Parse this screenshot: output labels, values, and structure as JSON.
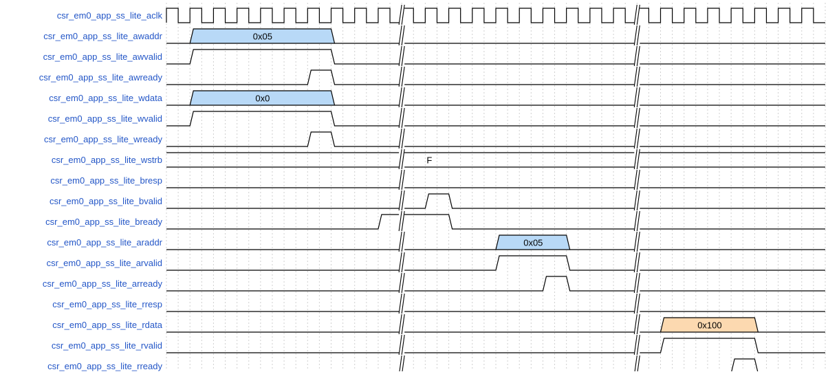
{
  "signals": [
    {
      "name": "csr_em0_app_ss_lite_aclk",
      "kind": "clock"
    },
    {
      "name": "csr_em0_app_ss_lite_awaddr",
      "kind": "bus",
      "segments": [
        {
          "from": 1,
          "to": 7,
          "label": "0x05",
          "color": "#b8d9f7"
        }
      ]
    },
    {
      "name": "csr_em0_app_ss_lite_awvalid",
      "kind": "wire",
      "pulses": [
        [
          1,
          7
        ]
      ]
    },
    {
      "name": "csr_em0_app_ss_lite_awready",
      "kind": "wire",
      "pulses": [
        [
          6,
          7
        ]
      ]
    },
    {
      "name": "csr_em0_app_ss_lite_wdata",
      "kind": "bus",
      "segments": [
        {
          "from": 1,
          "to": 7,
          "label": "0x0",
          "color": "#b8d9f7"
        }
      ]
    },
    {
      "name": "csr_em0_app_ss_lite_wvalid",
      "kind": "wire",
      "pulses": [
        [
          1,
          7
        ]
      ]
    },
    {
      "name": "csr_em0_app_ss_lite_wready",
      "kind": "wire",
      "pulses": [
        [
          6,
          7
        ]
      ]
    },
    {
      "name": "csr_em0_app_ss_lite_wstrb",
      "kind": "busplain",
      "label": "F"
    },
    {
      "name": "csr_em0_app_ss_lite_bresp",
      "kind": "wire",
      "pulses": []
    },
    {
      "name": "csr_em0_app_ss_lite_bvalid",
      "kind": "wire",
      "pulses": [
        [
          11,
          12
        ]
      ]
    },
    {
      "name": "csr_em0_app_ss_lite_bready",
      "kind": "wire",
      "pulses": [
        [
          9,
          12
        ]
      ]
    },
    {
      "name": "csr_em0_app_ss_lite_araddr",
      "kind": "bus",
      "segments": [
        {
          "from": 14,
          "to": 17,
          "label": "0x05",
          "color": "#b8d9f7"
        }
      ]
    },
    {
      "name": "csr_em0_app_ss_lite_arvalid",
      "kind": "wire",
      "pulses": [
        [
          14,
          17
        ]
      ]
    },
    {
      "name": "csr_em0_app_ss_lite_arready",
      "kind": "wire",
      "pulses": [
        [
          16,
          17
        ]
      ]
    },
    {
      "name": "csr_em0_app_ss_lite_rresp",
      "kind": "wire",
      "pulses": []
    },
    {
      "name": "csr_em0_app_ss_lite_rdata",
      "kind": "bus",
      "segments": [
        {
          "from": 21,
          "to": 25,
          "label": "0x100",
          "color": "#fcd9b0"
        }
      ]
    },
    {
      "name": "csr_em0_app_ss_lite_rvalid",
      "kind": "wire",
      "pulses": [
        [
          21,
          25
        ]
      ]
    },
    {
      "name": "csr_em0_app_ss_lite_rready",
      "kind": "wire",
      "pulses": [
        [
          24,
          25
        ]
      ]
    }
  ],
  "cycles": 28,
  "breaks": [
    10,
    20
  ]
}
